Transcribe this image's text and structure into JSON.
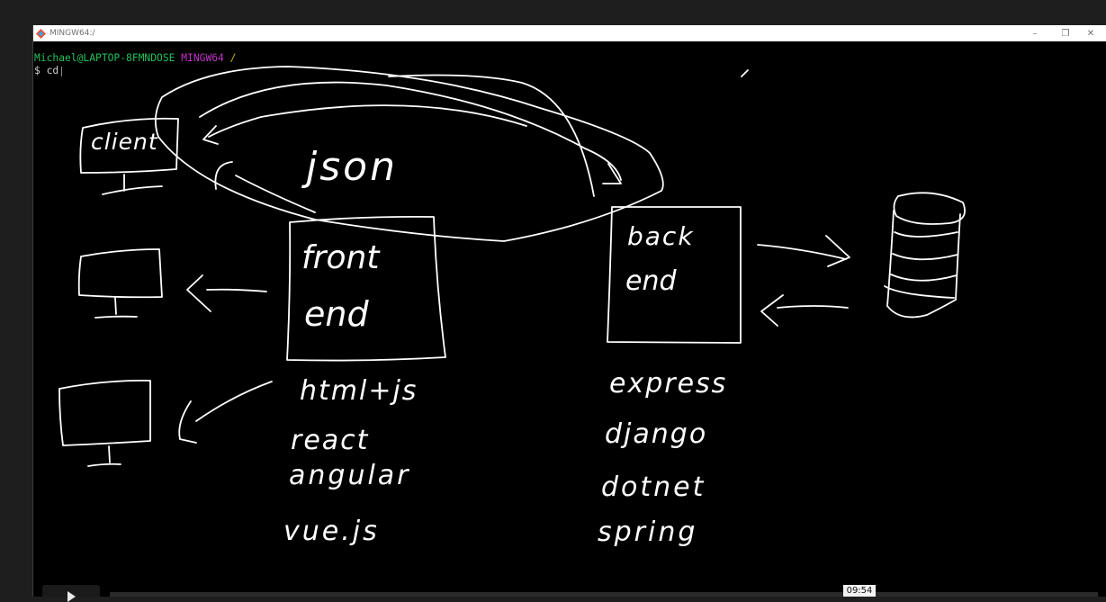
{
  "window": {
    "title": "MINGW64:/",
    "controls": {
      "minimize": "–",
      "maximize": "❐",
      "close": "✕"
    }
  },
  "terminal": {
    "user_host": "Michael@LAPTOP-8FMNDOSE",
    "system": "MINGW64",
    "path": "/",
    "prompt": "$",
    "command": "cd"
  },
  "whiteboard": {
    "labels": {
      "client": "client",
      "json": "json",
      "frontend_line1": "front",
      "frontend_line2": "end",
      "backend_line1": "back",
      "backend_line2": "end"
    },
    "frontend_technologies": [
      "html+js",
      "react",
      "angular",
      "vue.js"
    ],
    "backend_technologies": [
      "express",
      "django",
      "dotnet",
      "spring"
    ],
    "stroke_color": "#ffffff"
  },
  "player": {
    "time": "09:54",
    "play_icon": "play-icon"
  },
  "colors": {
    "terminal_bg": "#000000",
    "user": "#23c05a",
    "system": "#c233c8",
    "path": "#c7b01f"
  }
}
